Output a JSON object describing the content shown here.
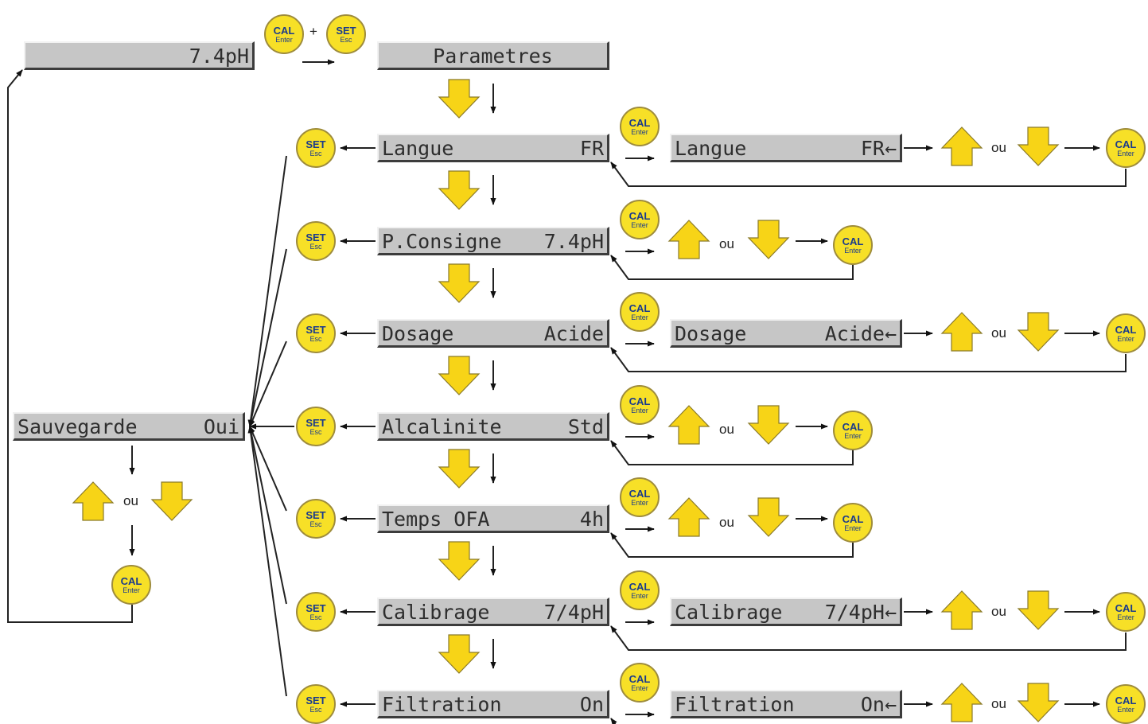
{
  "displays": {
    "main": "7.4pH",
    "parametres": "Parametres",
    "sauvegarde": {
      "left": "Sauvegarde",
      "right": "Oui"
    },
    "menu": [
      {
        "left": "Langue",
        "right": "FR"
      },
      {
        "left": "P.Consigne",
        "right": "7.4pH"
      },
      {
        "left": "Dosage",
        "right": "Acide"
      },
      {
        "left": "Alcalinite",
        "right": "Std"
      },
      {
        "left": "Temps OFA",
        "right": "4h"
      },
      {
        "left": "Calibrage",
        "right": "7/4pH"
      },
      {
        "left": "Filtration",
        "right": "On"
      }
    ],
    "edit": [
      {
        "left": "Langue",
        "right": "FR←"
      },
      {
        "left": "Dosage",
        "right": "Acide←"
      },
      {
        "left": "Calibrage",
        "right": "7/4pH←"
      },
      {
        "left": "Filtration",
        "right": "On←"
      }
    ]
  },
  "buttons": {
    "cal": {
      "top": "CAL",
      "bottom": "Enter"
    },
    "set": {
      "top": "SET",
      "bottom": "Esc"
    }
  },
  "labels": {
    "or": "ou",
    "plus": "+"
  },
  "colors": {
    "lcd": "#c6c6c6",
    "button": "#f7e027",
    "button_text": "#1a3a8c",
    "arrow": "#f7d417"
  }
}
